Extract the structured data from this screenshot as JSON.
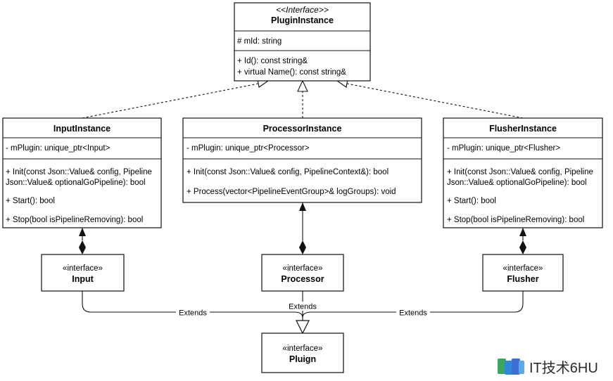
{
  "plugin_instance": {
    "stereotype": "<<Interface>>",
    "name": "PluginInstance",
    "attributes": [
      "# mId: string"
    ],
    "methods": [
      "+ Id(): const string&",
      "+ virtual Name(): const string&"
    ]
  },
  "input_instance": {
    "name": "InputInstance",
    "attributes": [
      "- mPlugin: unique_ptr<Input>"
    ],
    "methods": [
      "+ Init(const Json::Value& config, Pipeline",
      "Json::Value& optionalGoPipeline): bool",
      "+ Start(): bool",
      "+ Stop(bool isPipelineRemoving): bool"
    ]
  },
  "processor_instance": {
    "name": "ProcessorInstance",
    "attributes": [
      "- mPlugin: unique_ptr<Processor>"
    ],
    "methods": [
      "+ Init(const Json::Value& config, PipelineContext&): bool",
      "+ Process(vector<PipelineEventGroup>& logGroups): void"
    ]
  },
  "flusher_instance": {
    "name": "FlusherInstance",
    "attributes": [
      "- mPlugin: unique_ptr<Flusher>"
    ],
    "methods": [
      "+ Init(const Json::Value& config, Pipeline",
      "Json::Value& optionalGoPipeline): bool",
      "+ Start(): bool",
      "+ Stop(bool isPipelineRemoving): bool"
    ]
  },
  "input": {
    "stereotype": "«interface»",
    "name": "Input"
  },
  "processor": {
    "stereotype": "«interface»",
    "name": "Processor"
  },
  "flusher": {
    "stereotype": "«interface»",
    "name": "Flusher"
  },
  "plugin": {
    "stereotype": "«interface»",
    "name": "Pluign"
  },
  "edges": {
    "extends_left": "Extends",
    "extends_center": "Extends",
    "extends_right": "Extends"
  },
  "watermark": {
    "text": "IT技术6HU"
  }
}
